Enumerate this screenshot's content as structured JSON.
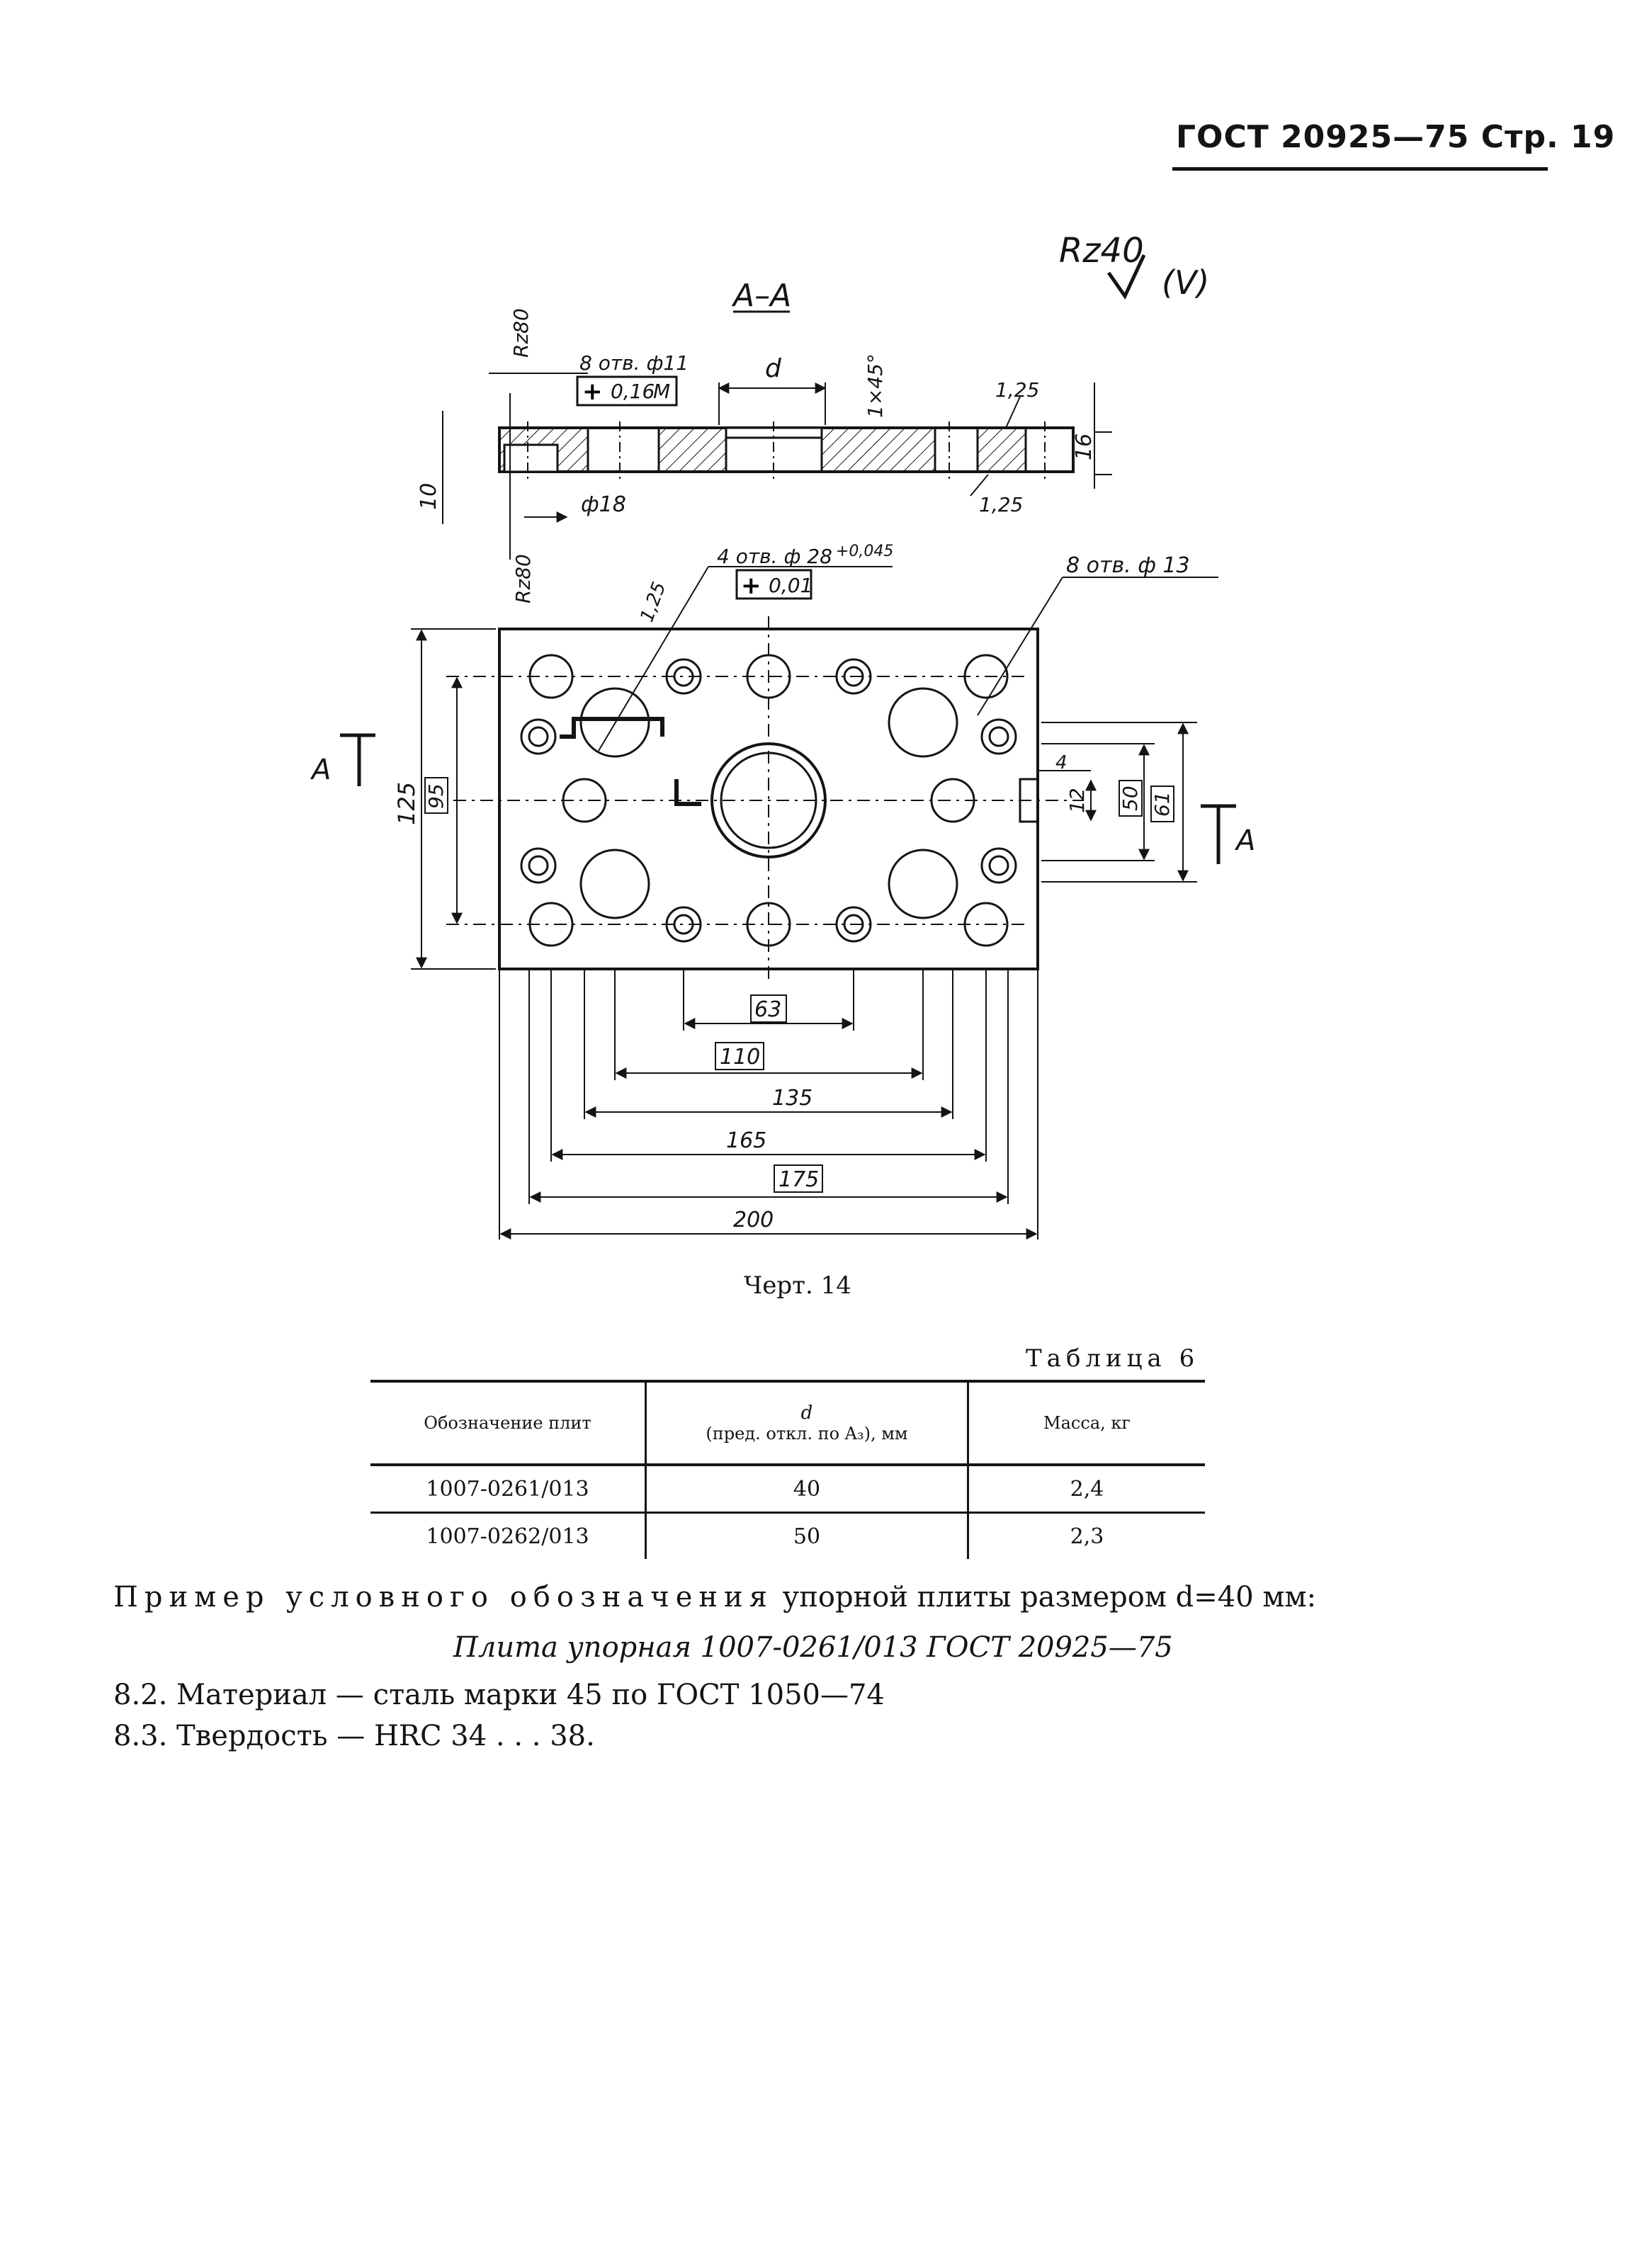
{
  "header": {
    "text": "ГОСТ 20925—75  Стр. 19"
  },
  "drawing": {
    "section_label": "А–А",
    "roughness_top": "Rz40",
    "roughness_paren": "(V)",
    "rz80_a": "Rz80",
    "rz80_b": "Rz80",
    "holes8_11": "8 отв. ф11",
    "tol_016": "0,16",
    "tol_m": "M",
    "dim_d": "d",
    "chamfer": "1×45°",
    "r125_a": "1,25",
    "r125_b": "1,25",
    "r125_c": "1,25",
    "dim_16": "16",
    "dim_10": "10",
    "dia_18": "ф18",
    "holes4_28": "4 отв. ф 28",
    "holes4_28_tol": "+0,045",
    "tol_001": "0,01",
    "holes8_13": "8 отв. ф 13",
    "section_mark_a": "А",
    "section_mark_b": "А",
    "dim_125": "125",
    "dim_95": "95",
    "dim_4": "4",
    "dim_12": "12",
    "dim_50": "50",
    "dim_61": "61",
    "dim_63": "63",
    "dim_110": "110",
    "dim_135": "135",
    "dim_165": "165",
    "dim_175": "175",
    "dim_200": "200"
  },
  "caption": "Черт. 14",
  "table": {
    "title": "Таблица 6",
    "headers": {
      "col1": "Обозначение плит",
      "col2_top": "d",
      "col2_bottom": "(пред. откл. по A₃),  мм",
      "col3": "Масса, кг"
    },
    "rows": [
      {
        "designation": "1007-0261/013",
        "d": "40",
        "mass": "2,4"
      },
      {
        "designation": "1007-0262/013",
        "d": "50",
        "mass": "2,3"
      }
    ]
  },
  "text": {
    "example_spaced": "Пример  условного  обозначения",
    "example_rest": " упорной плиты размером d=40 мм:",
    "example_designation": "Плита упорная 1007-0261/013 ГОСТ  20925—75",
    "material": "8.2. Материал — сталь  марки 45 по  ГОСТ 1050—74",
    "hardness": "8.3. Твердость — HRC 34 . . . 38."
  }
}
